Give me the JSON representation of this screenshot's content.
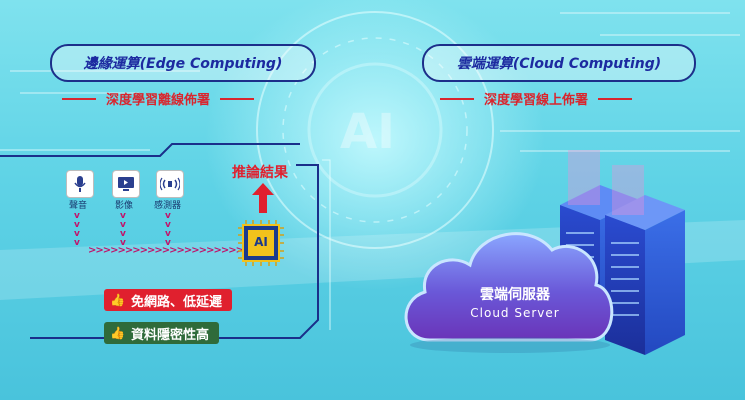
{
  "edge": {
    "title": "邊緣運算(Edge Computing)",
    "subtitle": "深度學習離線佈署",
    "sensors": [
      {
        "label": "聲音",
        "icon": "microphone-icon"
      },
      {
        "label": "影像",
        "icon": "monitor-icon"
      },
      {
        "label": "感測器",
        "icon": "sensor-wave-icon"
      }
    ],
    "inference_label": "推論結果",
    "chip_label": "AI",
    "badges": [
      {
        "label": "免網路、低延遲",
        "color": "#e0202e"
      },
      {
        "label": "資料隱密性高",
        "color": "#2f6b3a"
      }
    ]
  },
  "cloud": {
    "title": "雲端運算(Cloud Computing)",
    "subtitle": "深度學習線上佈署",
    "server_zh": "雲端伺服器",
    "server_en": "Cloud Server"
  },
  "background": {
    "watermark": "AI"
  },
  "colors": {
    "accent_red": "#d9262e",
    "navy": "#1c2f8a",
    "cloud_purple": "#6a3fc0"
  }
}
